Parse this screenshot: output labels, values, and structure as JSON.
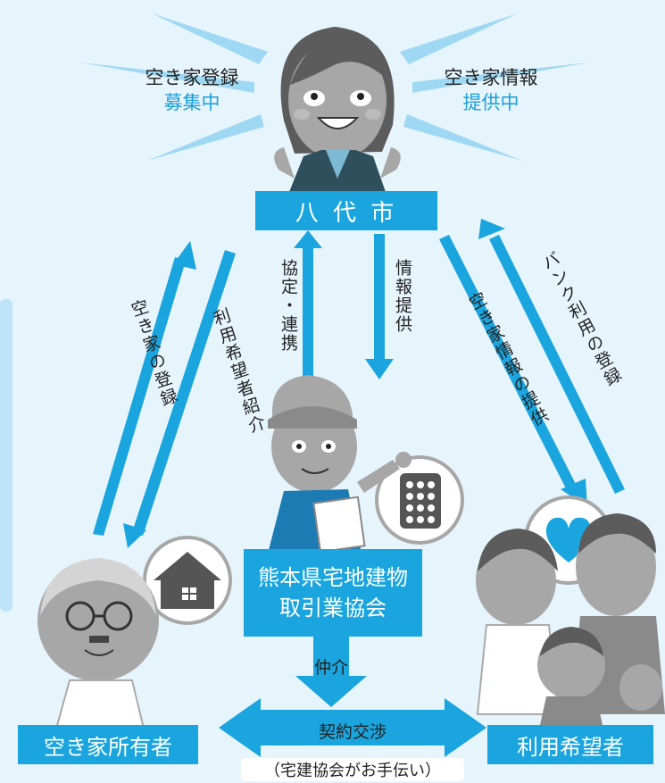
{
  "colors": {
    "accent": "#1aa5de",
    "background": "#e6f4fc",
    "text": "#222222"
  },
  "left_callout": {
    "line1": "空き家登録",
    "line2": "募集中"
  },
  "right_callout": {
    "line1": "空き家情報",
    "line2": "提供中"
  },
  "city_box": {
    "label": "八 代 市"
  },
  "association_box": {
    "line1": "熊本県宅地建物",
    "line2": "取引業協会"
  },
  "owner_box": {
    "label": "空き家所有者"
  },
  "user_box": {
    "label": "利用希望者"
  },
  "arrows": {
    "owner_to_city": "空き家の登録",
    "city_to_owner": "利用希望者紹介",
    "assoc_to_city": "協定・連携",
    "city_to_assoc": "情報提供",
    "city_to_user": "空き家情報の提供",
    "user_to_city": "バンク利用の登録",
    "mediation": "仲介",
    "negotiation": "契約交渉",
    "negotiation_note": "（宅建協会がお手伝い）"
  },
  "icons": [
    "woman-figure",
    "house-icon",
    "calculator-icon",
    "heart-icon",
    "elderly-man-figure",
    "agent-figure",
    "family-figure"
  ]
}
